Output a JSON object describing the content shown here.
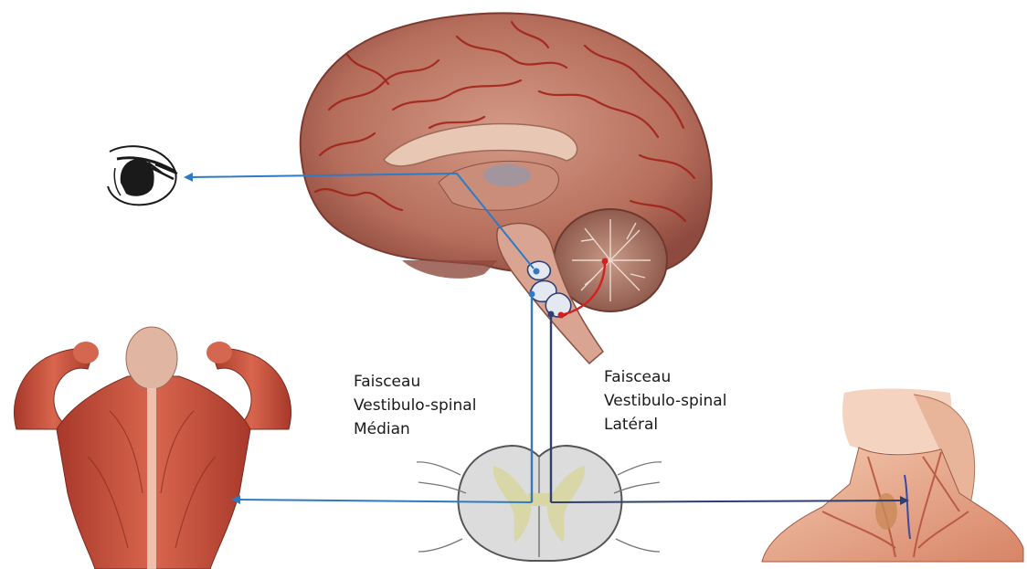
{
  "labels": {
    "median": [
      "Faisceau",
      "Vestibulo-spinal",
      "Médian"
    ],
    "lateral": [
      "Faisceau",
      "Vestibulo-spinal",
      "Latéral"
    ]
  },
  "colors": {
    "median_tract": "#2e7bc4",
    "lateral_tract": "#2f3f6e",
    "cerebellar_link": "#d42020",
    "brain_tissue": "#a85a4c",
    "vessels": "#a01e16",
    "muscle": "#c8503a"
  },
  "icons": [
    "eye-icon",
    "brain-illustration",
    "back-muscles-illustration",
    "neck-muscles-illustration",
    "spinal-cord-section"
  ]
}
